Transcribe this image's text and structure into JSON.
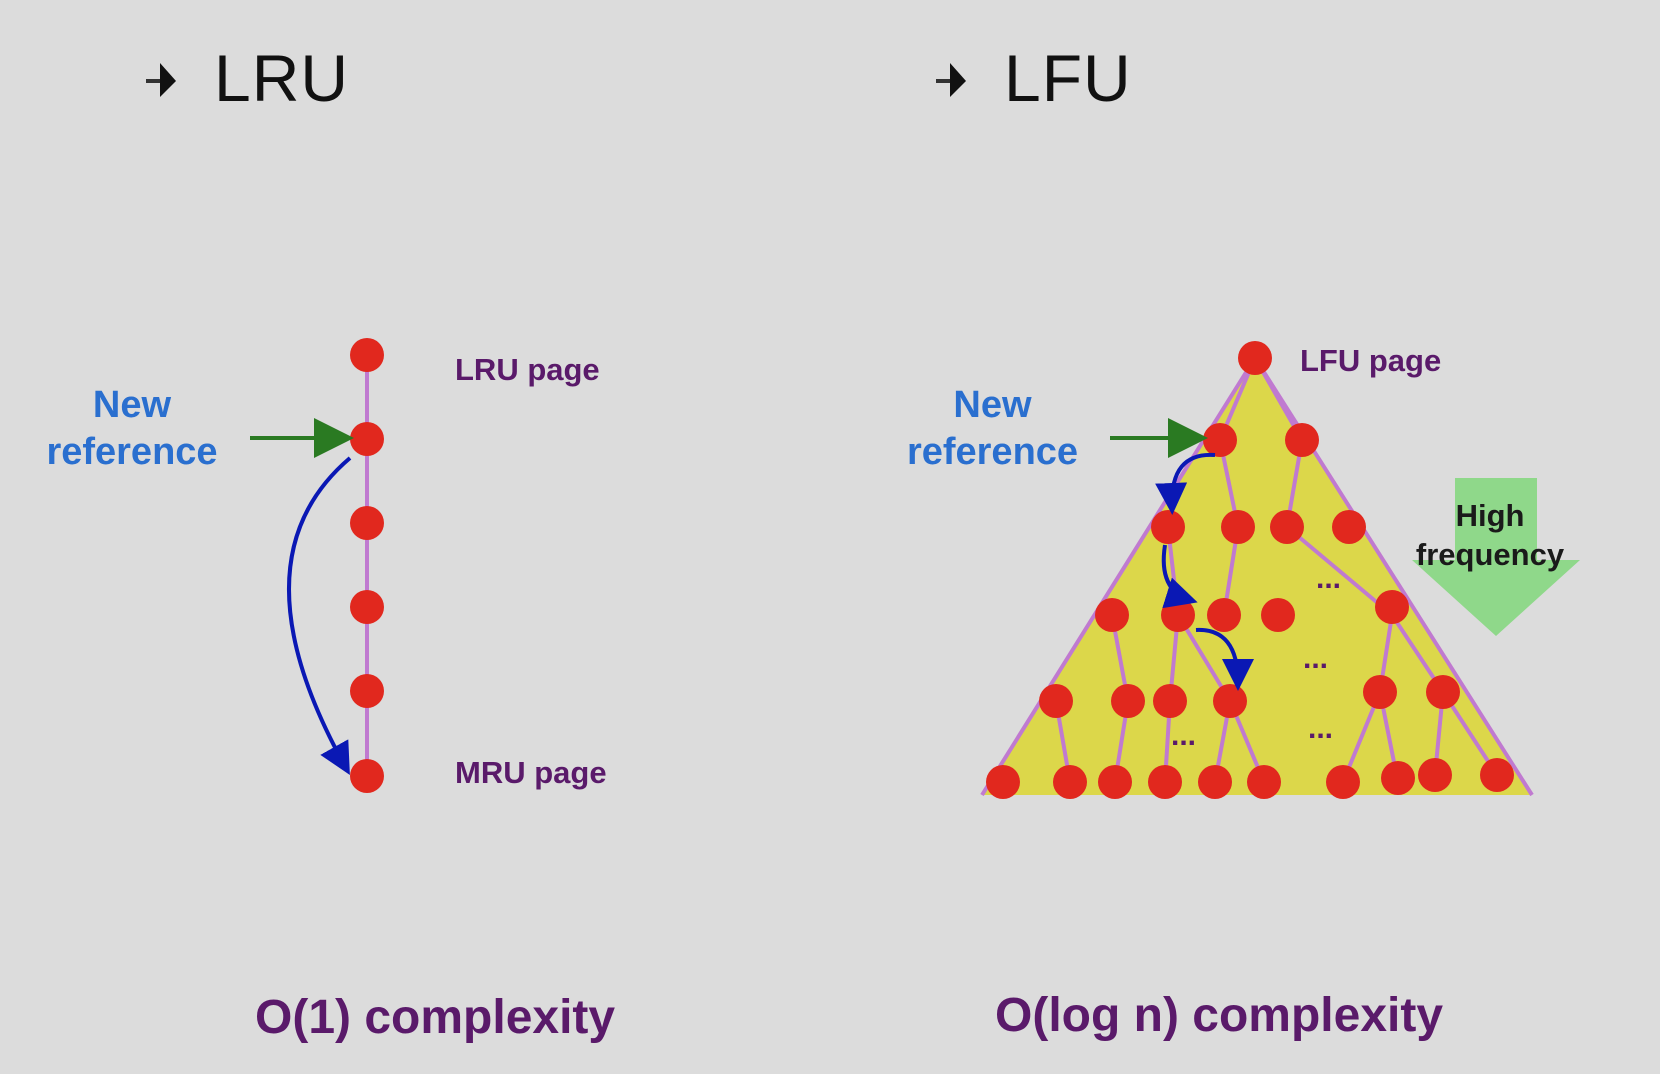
{
  "lru": {
    "heading": "LRU",
    "new_reference": [
      "New",
      "reference"
    ],
    "top_label": "LRU page",
    "bottom_label": "MRU page",
    "complexity": "O(1) complexity"
  },
  "lfu": {
    "heading": "LFU",
    "new_reference": [
      "New",
      "reference"
    ],
    "top_label": "LFU page",
    "frequency_label": [
      "High",
      "frequency"
    ],
    "complexity": "O(log n) complexity",
    "ellipsis": "..."
  },
  "colors": {
    "background": "#dcdcdc",
    "node": "#e1281e",
    "edge": "#c07ad0",
    "triangle": "#dcd74a",
    "new_reference_arrow": "#2a7a22",
    "move_arrow": "#0a18b4",
    "frequency_arrow": "#8fd88a",
    "label_blue": "#2a6fcf",
    "label_purple": "#5a1a6a"
  },
  "icons": {
    "bullet": "arrow-bullet-icon"
  }
}
